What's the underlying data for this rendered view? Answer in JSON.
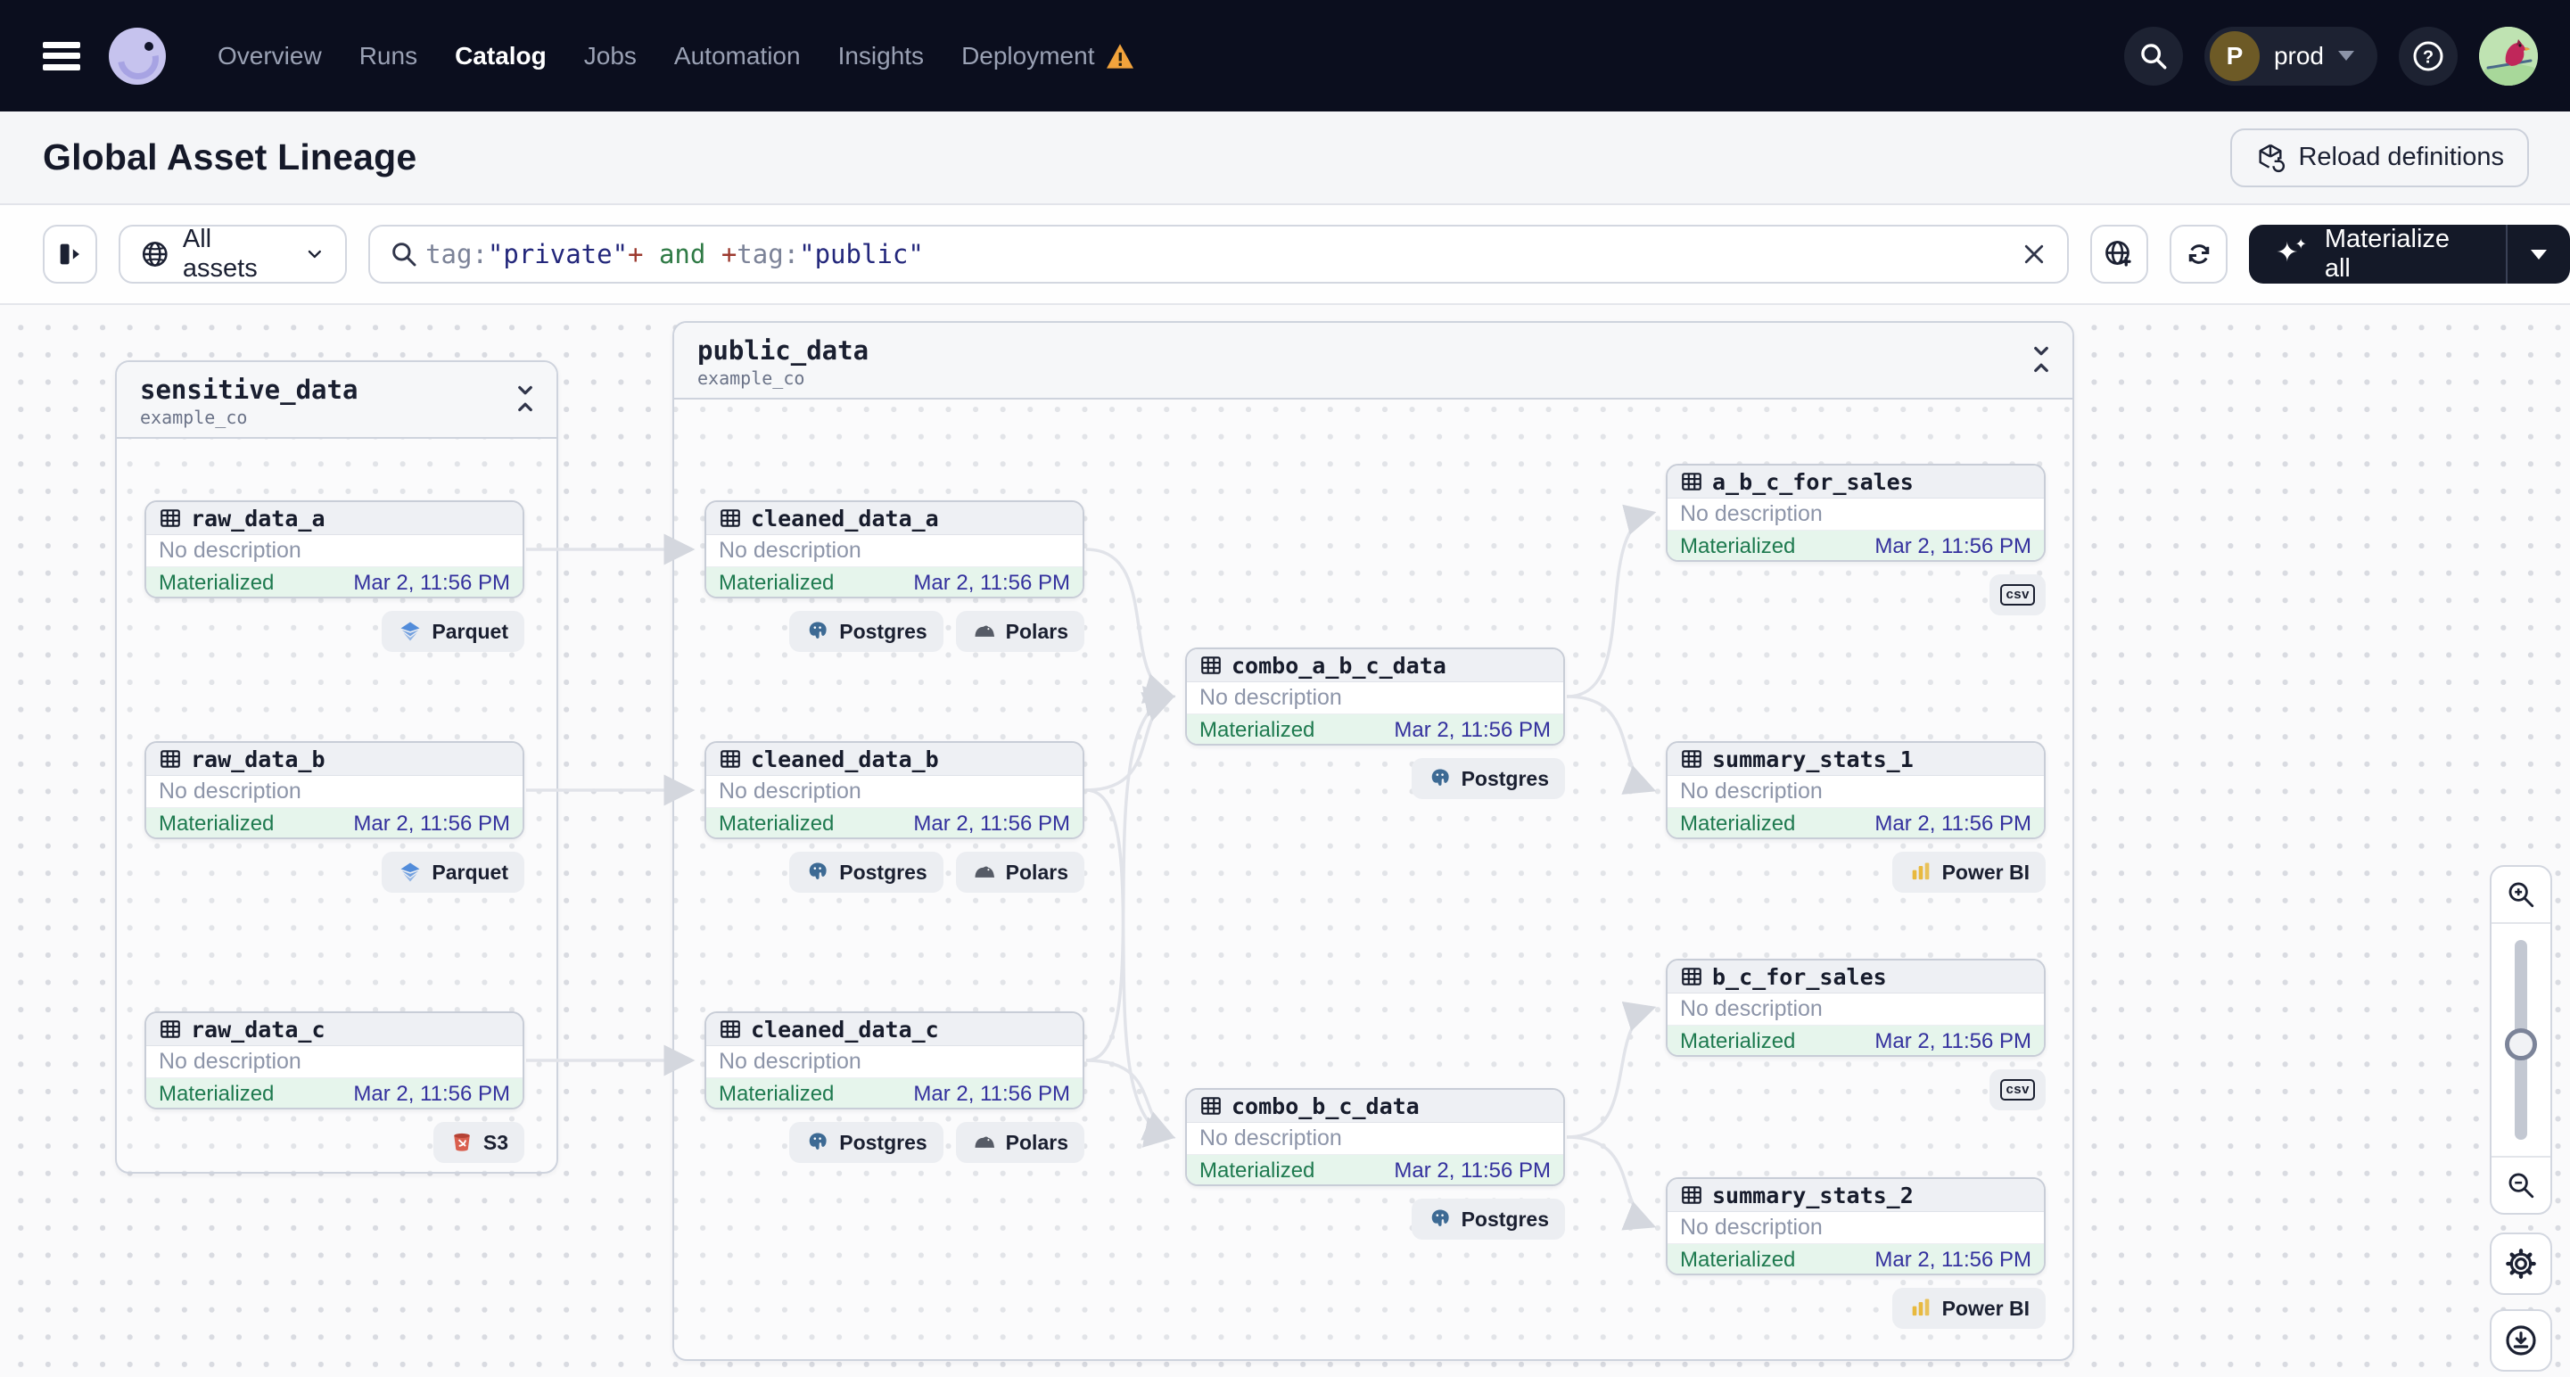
{
  "nav": {
    "items": [
      {
        "label": "Overview",
        "active": false,
        "warning": false
      },
      {
        "label": "Runs",
        "active": false,
        "warning": false
      },
      {
        "label": "Catalog",
        "active": true,
        "warning": false
      },
      {
        "label": "Jobs",
        "active": false,
        "warning": false
      },
      {
        "label": "Automation",
        "active": false,
        "warning": false
      },
      {
        "label": "Insights",
        "active": false,
        "warning": false
      },
      {
        "label": "Deployment",
        "active": false,
        "warning": true
      }
    ],
    "environment": {
      "initial": "P",
      "name": "prod"
    }
  },
  "header": {
    "title": "Global Asset Lineage",
    "reload_label": "Reload definitions"
  },
  "toolbar": {
    "scope_label": "All assets",
    "query_segments": [
      {
        "text": "tag:",
        "kind": "key"
      },
      {
        "text": "\"private\"",
        "kind": "string"
      },
      {
        "text": "+",
        "kind": "op"
      },
      {
        "text": " and ",
        "kind": "bool"
      },
      {
        "text": "+",
        "kind": "op"
      },
      {
        "text": "tag:",
        "kind": "key"
      },
      {
        "text": "\"public\"",
        "kind": "string"
      }
    ],
    "materialize_label": "Materialize all"
  },
  "graph": {
    "groups": [
      {
        "id": "sensitive_data",
        "title": "sensitive_data",
        "subtitle": "example_co"
      },
      {
        "id": "public_data",
        "title": "public_data",
        "subtitle": "example_co"
      }
    ],
    "nodes": [
      {
        "id": "raw_data_a",
        "name": "raw_data_a",
        "group": "sensitive_data",
        "description": "No description",
        "status": "Materialized",
        "timestamp": "Mar 2, 11:56 PM",
        "badges": [
          {
            "icon": "parquet-icon",
            "label": "Parquet"
          }
        ]
      },
      {
        "id": "raw_data_b",
        "name": "raw_data_b",
        "group": "sensitive_data",
        "description": "No description",
        "status": "Materialized",
        "timestamp": "Mar 2, 11:56 PM",
        "badges": [
          {
            "icon": "parquet-icon",
            "label": "Parquet"
          }
        ]
      },
      {
        "id": "raw_data_c",
        "name": "raw_data_c",
        "group": "sensitive_data",
        "description": "No description",
        "status": "Materialized",
        "timestamp": "Mar 2, 11:56 PM",
        "badges": [
          {
            "icon": "s3-icon",
            "label": "S3"
          }
        ]
      },
      {
        "id": "cleaned_data_a",
        "name": "cleaned_data_a",
        "group": "public_data",
        "description": "No description",
        "status": "Materialized",
        "timestamp": "Mar 2, 11:56 PM",
        "badges": [
          {
            "icon": "postgres-icon",
            "label": "Postgres"
          },
          {
            "icon": "polars-icon",
            "label": "Polars"
          }
        ]
      },
      {
        "id": "cleaned_data_b",
        "name": "cleaned_data_b",
        "group": "public_data",
        "description": "No description",
        "status": "Materialized",
        "timestamp": "Mar 2, 11:56 PM",
        "badges": [
          {
            "icon": "postgres-icon",
            "label": "Postgres"
          },
          {
            "icon": "polars-icon",
            "label": "Polars"
          }
        ]
      },
      {
        "id": "cleaned_data_c",
        "name": "cleaned_data_c",
        "group": "public_data",
        "description": "No description",
        "status": "Materialized",
        "timestamp": "Mar 2, 11:56 PM",
        "badges": [
          {
            "icon": "postgres-icon",
            "label": "Postgres"
          },
          {
            "icon": "polars-icon",
            "label": "Polars"
          }
        ]
      },
      {
        "id": "combo_a_b_c_data",
        "name": "combo_a_b_c_data",
        "group": "public_data",
        "description": "No description",
        "status": "Materialized",
        "timestamp": "Mar 2, 11:56 PM",
        "badges": [
          {
            "icon": "postgres-icon",
            "label": "Postgres"
          }
        ]
      },
      {
        "id": "combo_b_c_data",
        "name": "combo_b_c_data",
        "group": "public_data",
        "description": "No description",
        "status": "Materialized",
        "timestamp": "Mar 2, 11:56 PM",
        "badges": [
          {
            "icon": "postgres-icon",
            "label": "Postgres"
          }
        ]
      },
      {
        "id": "a_b_c_for_sales",
        "name": "a_b_c_for_sales",
        "group": "public_data",
        "description": "No description",
        "status": "Materialized",
        "timestamp": "Mar 2, 11:56 PM",
        "badges": [
          {
            "icon": "csv-icon",
            "label": "csv"
          }
        ]
      },
      {
        "id": "summary_stats_1",
        "name": "summary_stats_1",
        "group": "public_data",
        "description": "No description",
        "status": "Materialized",
        "timestamp": "Mar 2, 11:56 PM",
        "badges": [
          {
            "icon": "powerbi-icon",
            "label": "Power BI"
          }
        ]
      },
      {
        "id": "b_c_for_sales",
        "name": "b_c_for_sales",
        "group": "public_data",
        "description": "No description",
        "status": "Materialized",
        "timestamp": "Mar 2, 11:56 PM",
        "badges": [
          {
            "icon": "csv-icon",
            "label": "csv"
          }
        ]
      },
      {
        "id": "summary_stats_2",
        "name": "summary_stats_2",
        "group": "public_data",
        "description": "No description",
        "status": "Materialized",
        "timestamp": "Mar 2, 11:56 PM",
        "badges": [
          {
            "icon": "powerbi-icon",
            "label": "Power BI"
          }
        ]
      }
    ],
    "edges": [
      [
        "raw_data_a",
        "cleaned_data_a"
      ],
      [
        "raw_data_b",
        "cleaned_data_b"
      ],
      [
        "raw_data_c",
        "cleaned_data_c"
      ],
      [
        "cleaned_data_a",
        "combo_a_b_c_data"
      ],
      [
        "cleaned_data_b",
        "combo_a_b_c_data"
      ],
      [
        "cleaned_data_c",
        "combo_a_b_c_data"
      ],
      [
        "cleaned_data_b",
        "combo_b_c_data"
      ],
      [
        "cleaned_data_c",
        "combo_b_c_data"
      ],
      [
        "combo_a_b_c_data",
        "a_b_c_for_sales"
      ],
      [
        "combo_a_b_c_data",
        "summary_stats_1"
      ],
      [
        "combo_b_c_data",
        "b_c_for_sales"
      ],
      [
        "combo_b_c_data",
        "summary_stats_2"
      ]
    ]
  },
  "colors": {
    "nav_bg": "#0b0e1e",
    "status_green": "#1e7a4f",
    "status_green_bg": "#e6f5ec",
    "timestamp_indigo": "#34319e",
    "warning_orange": "#f2a33c",
    "edge_gray": "#e1e3e9",
    "materialize_bg": "#141928"
  }
}
